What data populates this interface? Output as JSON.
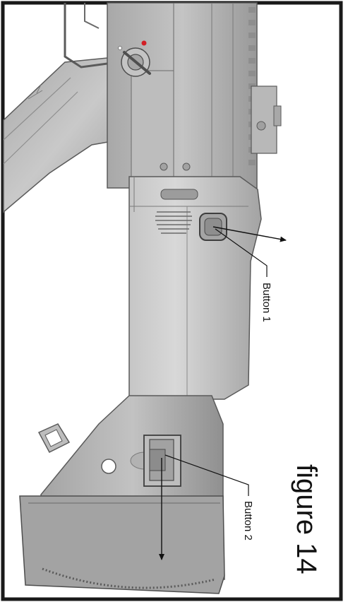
{
  "figure": {
    "caption": "figure 14",
    "callouts": {
      "button1": "Button 1",
      "button2": "Button 2"
    }
  },
  "colors": {
    "body": "#b4b4b4",
    "body_light": "#cfcfcf",
    "body_dark": "#8e8e8e",
    "outline": "#5a5a5a",
    "frame": "#1a1a1a",
    "accent_red": "#d21f26"
  }
}
